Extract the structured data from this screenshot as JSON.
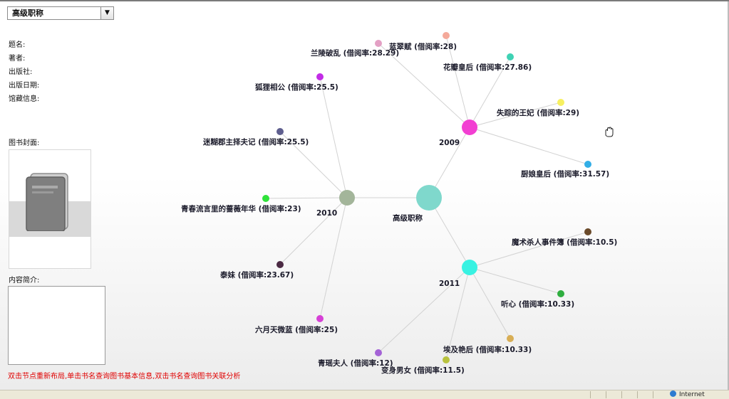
{
  "dropdown": {
    "selected": "高级职称"
  },
  "info_labels": [
    "题名:",
    "著者:",
    "出版社:",
    "出版日期:",
    "馆藏信息:"
  ],
  "cover_label": "图书封面:",
  "intro_label": "内容简介:",
  "hint": "双击节点重新布局,单击书名查询图书基本信息,双击书名查询图书关联分析",
  "status": {
    "zone": "Internet"
  },
  "graph": {
    "root": "高级职称",
    "years": [
      "2009",
      "2010",
      "2011"
    ],
    "books": [
      "蓝翠赋 (借阅率:28)",
      "兰陵破乱 (借阅率:28.29)",
      "花瓣皇后 (借阅率:27.86)",
      "失踪的王妃 (借阅率:29)",
      "厨娘皇后 (借阅率:31.57)",
      "狐狸相公 (借阅率:25.5)",
      "迷糊郡主择夫记 (借阅率:25.5)",
      "青春流言里的蔷薇年华 (借阅率:23)",
      "泰妹 (借阅率:23.67)",
      "六月天微蓝 (借阅率:25)",
      "魔术杀人事件簿 (借阅率:10.5)",
      "听心 (借阅率:10.33)",
      "埃及艳后 (借阅率:10.33)",
      "青瑶夫人 (借阅率:12)",
      "变身男女 (借阅率:11.5)"
    ]
  },
  "colors": {
    "root": "#7fd8cc",
    "y2009": "#f23fd2",
    "y2010": "#a3b59a",
    "y2011": "#38f2e2",
    "hint": "#e00000"
  }
}
